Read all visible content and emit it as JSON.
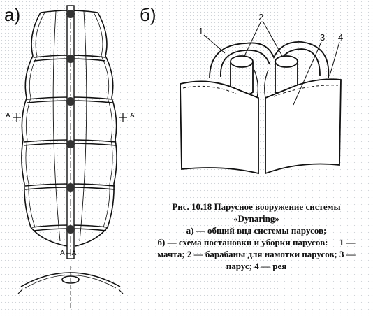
{
  "panel_a_label": "а)",
  "panel_b_label": "б)",
  "section_marker": "A",
  "section_title": "A – A",
  "part_numbers": [
    "1",
    "2",
    "3",
    "4"
  ],
  "caption": {
    "line1": "Рис. 10.18 Парусное вооружение системы",
    "line2": "«Dynaring»",
    "line3": "а) — общий вид системы парусов;",
    "line4": "б) — схема постановки и уборки парусов:     1 —",
    "line5": "мачта; 2 — барабаны для намотки парусов; 3 —",
    "line6": "парус; 4 — рея"
  }
}
